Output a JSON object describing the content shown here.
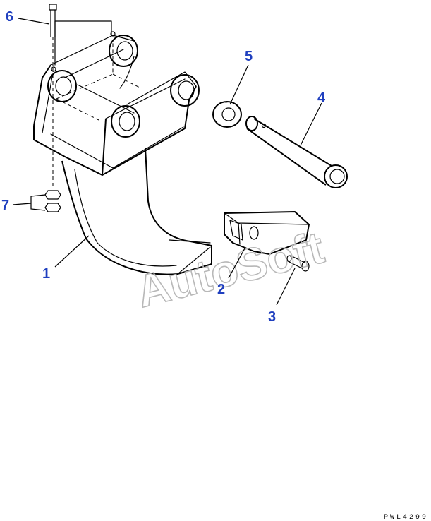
{
  "callouts": {
    "c1": "1",
    "c2": "2",
    "c3": "3",
    "c4": "4",
    "c5": "5",
    "c6": "6",
    "c7": "7"
  },
  "watermark": "AutoSoft",
  "drawing_code": "PWL4299",
  "colors": {
    "callout": "#1f3fbf",
    "line": "#000000",
    "watermark": "#b8b8b8"
  }
}
